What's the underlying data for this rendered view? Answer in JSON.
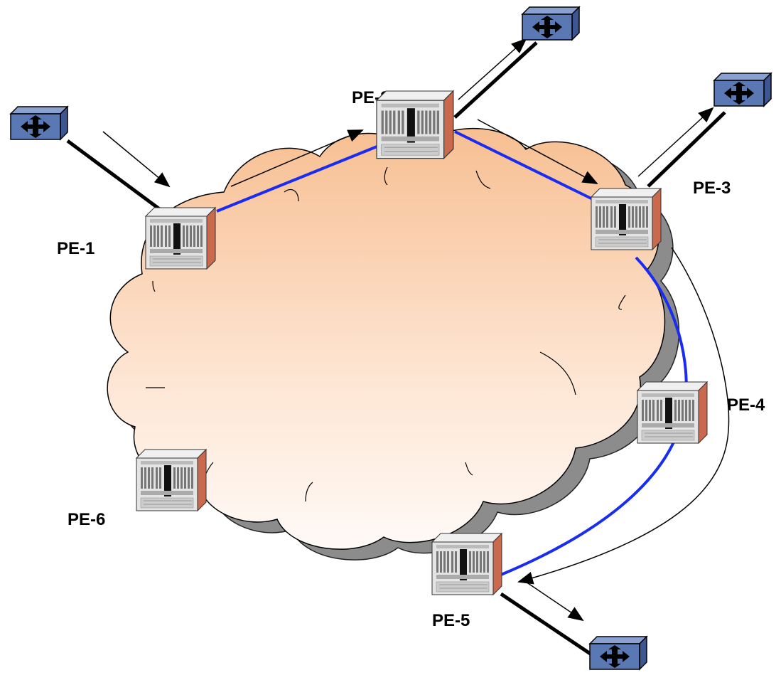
{
  "routers": [
    {
      "id": "pe-1",
      "label": "PE-1"
    },
    {
      "id": "pe-2",
      "label": "PE-2"
    },
    {
      "id": "pe-3",
      "label": "PE-3"
    },
    {
      "id": "pe-4",
      "label": "PE-4"
    },
    {
      "id": "pe-5",
      "label": "PE-5"
    },
    {
      "id": "pe-6",
      "label": "PE-6"
    }
  ],
  "colors": {
    "cloud_top": "#f8c8a0",
    "cloud_bottom": "#fffaf6",
    "cloud_shadow": "#8c8c8c",
    "path_line": "#1a2cf0",
    "switch_fill": "#5a78b4",
    "router_side": "#c8644a",
    "router_face": "#e6e6e6"
  },
  "icons": [
    "router-icon",
    "switch-icon",
    "cloud-icon",
    "arrow-icon"
  ]
}
